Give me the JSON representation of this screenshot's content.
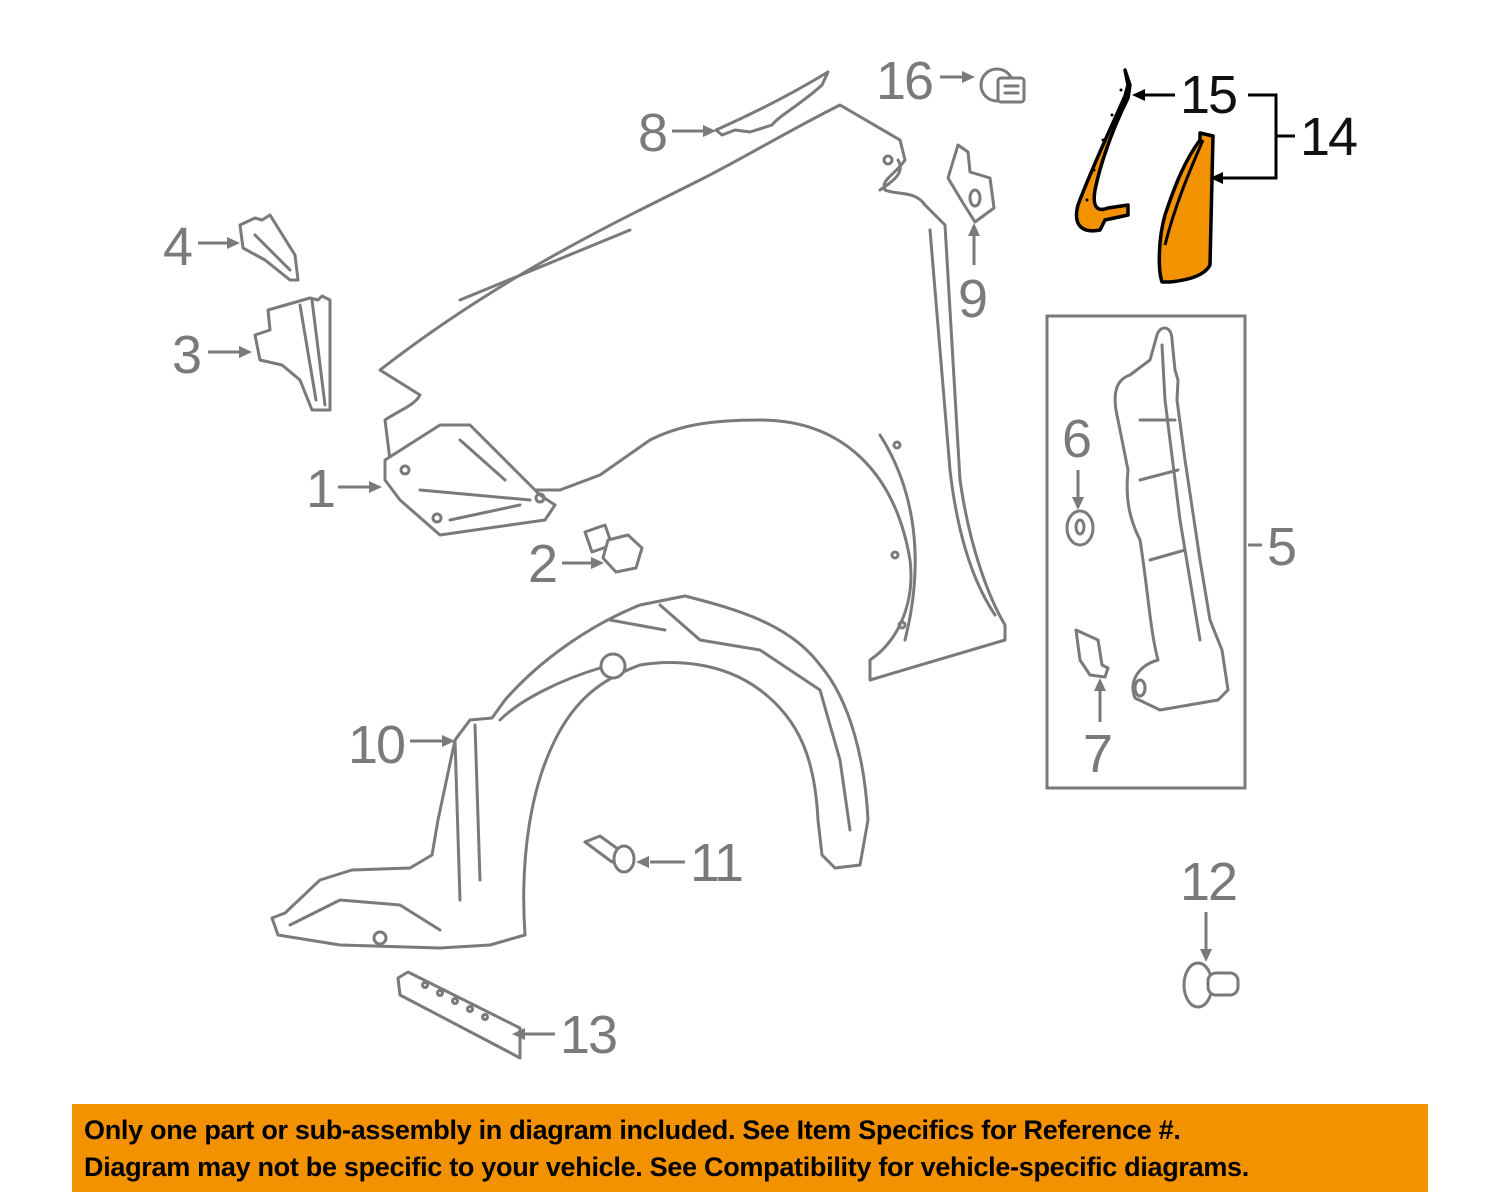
{
  "diagram": {
    "title": "Front fender and related components exploded parts diagram",
    "highlight_color": "#f39200",
    "line_color": "#7a7a7a",
    "callouts": [
      {
        "id": "1",
        "label": "1",
        "part": "fender-bracket"
      },
      {
        "id": "2",
        "label": "2",
        "part": "bolt"
      },
      {
        "id": "3",
        "label": "3",
        "part": "fender-seal-lower"
      },
      {
        "id": "4",
        "label": "4",
        "part": "fender-seal-upper"
      },
      {
        "id": "5",
        "label": "5",
        "part": "side-panel-assembly"
      },
      {
        "id": "6",
        "label": "6",
        "part": "grommet"
      },
      {
        "id": "7",
        "label": "7",
        "part": "seal-pad"
      },
      {
        "id": "8",
        "label": "8",
        "part": "fender-seal-top"
      },
      {
        "id": "9",
        "label": "9",
        "part": "fender-bracket-upper"
      },
      {
        "id": "10",
        "label": "10",
        "part": "fender-liner"
      },
      {
        "id": "11",
        "label": "11",
        "part": "liner-clip"
      },
      {
        "id": "12",
        "label": "12",
        "part": "push-retainer"
      },
      {
        "id": "13",
        "label": "13",
        "part": "liner-support-bracket"
      },
      {
        "id": "14",
        "label": "14",
        "part": "fender-trim-assembly",
        "highlighted": true
      },
      {
        "id": "15",
        "label": "15",
        "part": "fender-trim-seal",
        "highlighted": true
      },
      {
        "id": "16",
        "label": "16",
        "part": "clip"
      }
    ]
  },
  "banner": {
    "background": "#f39200",
    "line1": "Only one part or sub-assembly in diagram included. See Item Specifics for Reference #.",
    "line2": "Diagram may not be specific to your vehicle. See Compatibility for vehicle-specific diagrams."
  }
}
